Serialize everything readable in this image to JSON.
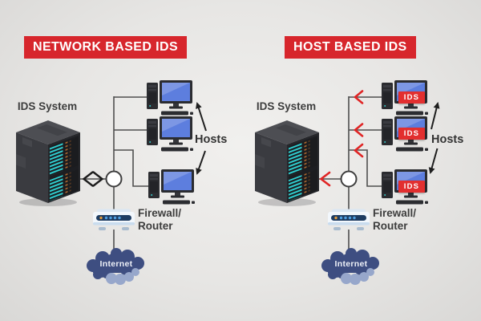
{
  "figure": {
    "type": "comparison-diagram",
    "topic": "Network Based IDS vs Host Based IDS"
  },
  "colors": {
    "background": "#e8e7e5",
    "banner_red": "#d7262c",
    "badge_red": "#e22f2f",
    "chevron_red": "#e02525",
    "wire_gray": "#4f4f4f",
    "arrow_black": "#1f1f1f",
    "text_dark": "#3d3d3d",
    "monitor_blue": "#5d7ede",
    "server_led_teal": "#2fd0d2",
    "cloud_navy": "#3e4e81",
    "cloud_light": "#97a7cb"
  },
  "panels": [
    {
      "title": "NETWORK BASED IDS",
      "server_label": "IDS System",
      "hosts_group_label": "Hosts",
      "firewall_label": "Firewall/\nRouter",
      "internet_label": "Internet",
      "link_arrow": "bidirectional-black",
      "hosts": [
        {
          "type": "desktop-computer"
        },
        {
          "type": "desktop-computer"
        },
        {
          "type": "desktop-computer"
        }
      ]
    },
    {
      "title": "HOST BASED IDS",
      "server_label": "IDS System",
      "hosts_group_label": "Hosts",
      "firewall_label": "Firewall/\nRouter",
      "internet_label": "Internet",
      "link_arrow": "red-chevron-toward-server",
      "hosts": [
        {
          "type": "desktop-computer",
          "badge": "IDS"
        },
        {
          "type": "desktop-computer",
          "badge": "IDS"
        },
        {
          "type": "desktop-computer",
          "badge": "IDS"
        }
      ]
    }
  ]
}
